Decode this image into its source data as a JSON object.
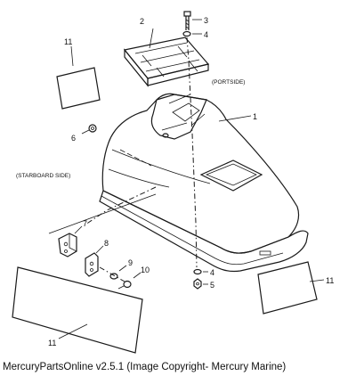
{
  "diagram": {
    "labels": {
      "p1": "1",
      "p2": "2",
      "p3": "3",
      "p4a": "4",
      "p4b": "4",
      "p5": "5",
      "p6": "6",
      "p7": "7",
      "p8": "8",
      "p9": "9",
      "p10": "10",
      "p11a": "11",
      "p11b": "11",
      "p11c": "11"
    },
    "notes": {
      "portside": "(PORTSIDE)",
      "starboard": "(STARBOARD SIDE)"
    }
  },
  "caption": "MercuryPartsOnline v2.5.1 (Image Copyright- Mercury Marine)"
}
